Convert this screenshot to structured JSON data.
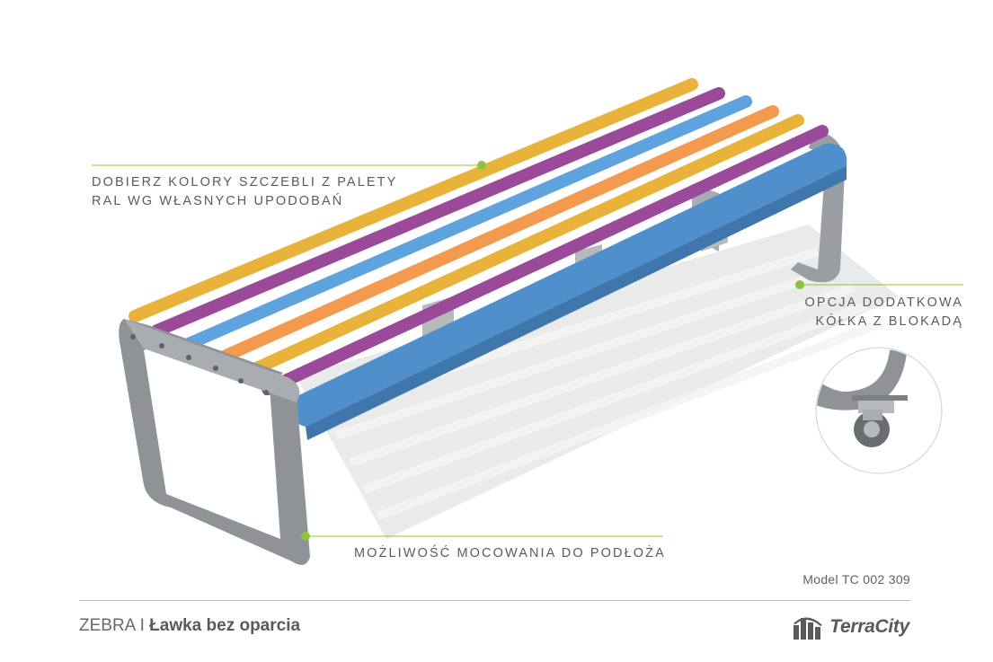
{
  "annotations": {
    "colors_line1": "DOBIERZ KOLORY SZCZEBLI Z PALETY",
    "colors_line2": "RAL WG WŁASNYCH UPODOBAŃ",
    "wheels_line1": "OPCJA DODATKOWA",
    "wheels_line2": "KÓŁKA Z BLOKADĄ",
    "mount": "MOŻLIWOŚĆ MOCOWANIA DO PODŁOŻA"
  },
  "model": "Model TC 002 309",
  "footer": {
    "product_name": "ZEBRA",
    "separator": "I",
    "product_type": "Ławka bez oparcia"
  },
  "brand": {
    "name": "TerraCity",
    "icon": "terracity-logo-icon"
  },
  "colors": {
    "accent_green": "#8fc43a",
    "frame_gray": "#8f9296",
    "slat_yellow": "#e9b23a",
    "slat_purple": "#9a4a98",
    "slat_blue": "#5ea3de",
    "slat_orange": "#f39a4f",
    "slat_blue_dark": "#4f8fcc"
  }
}
